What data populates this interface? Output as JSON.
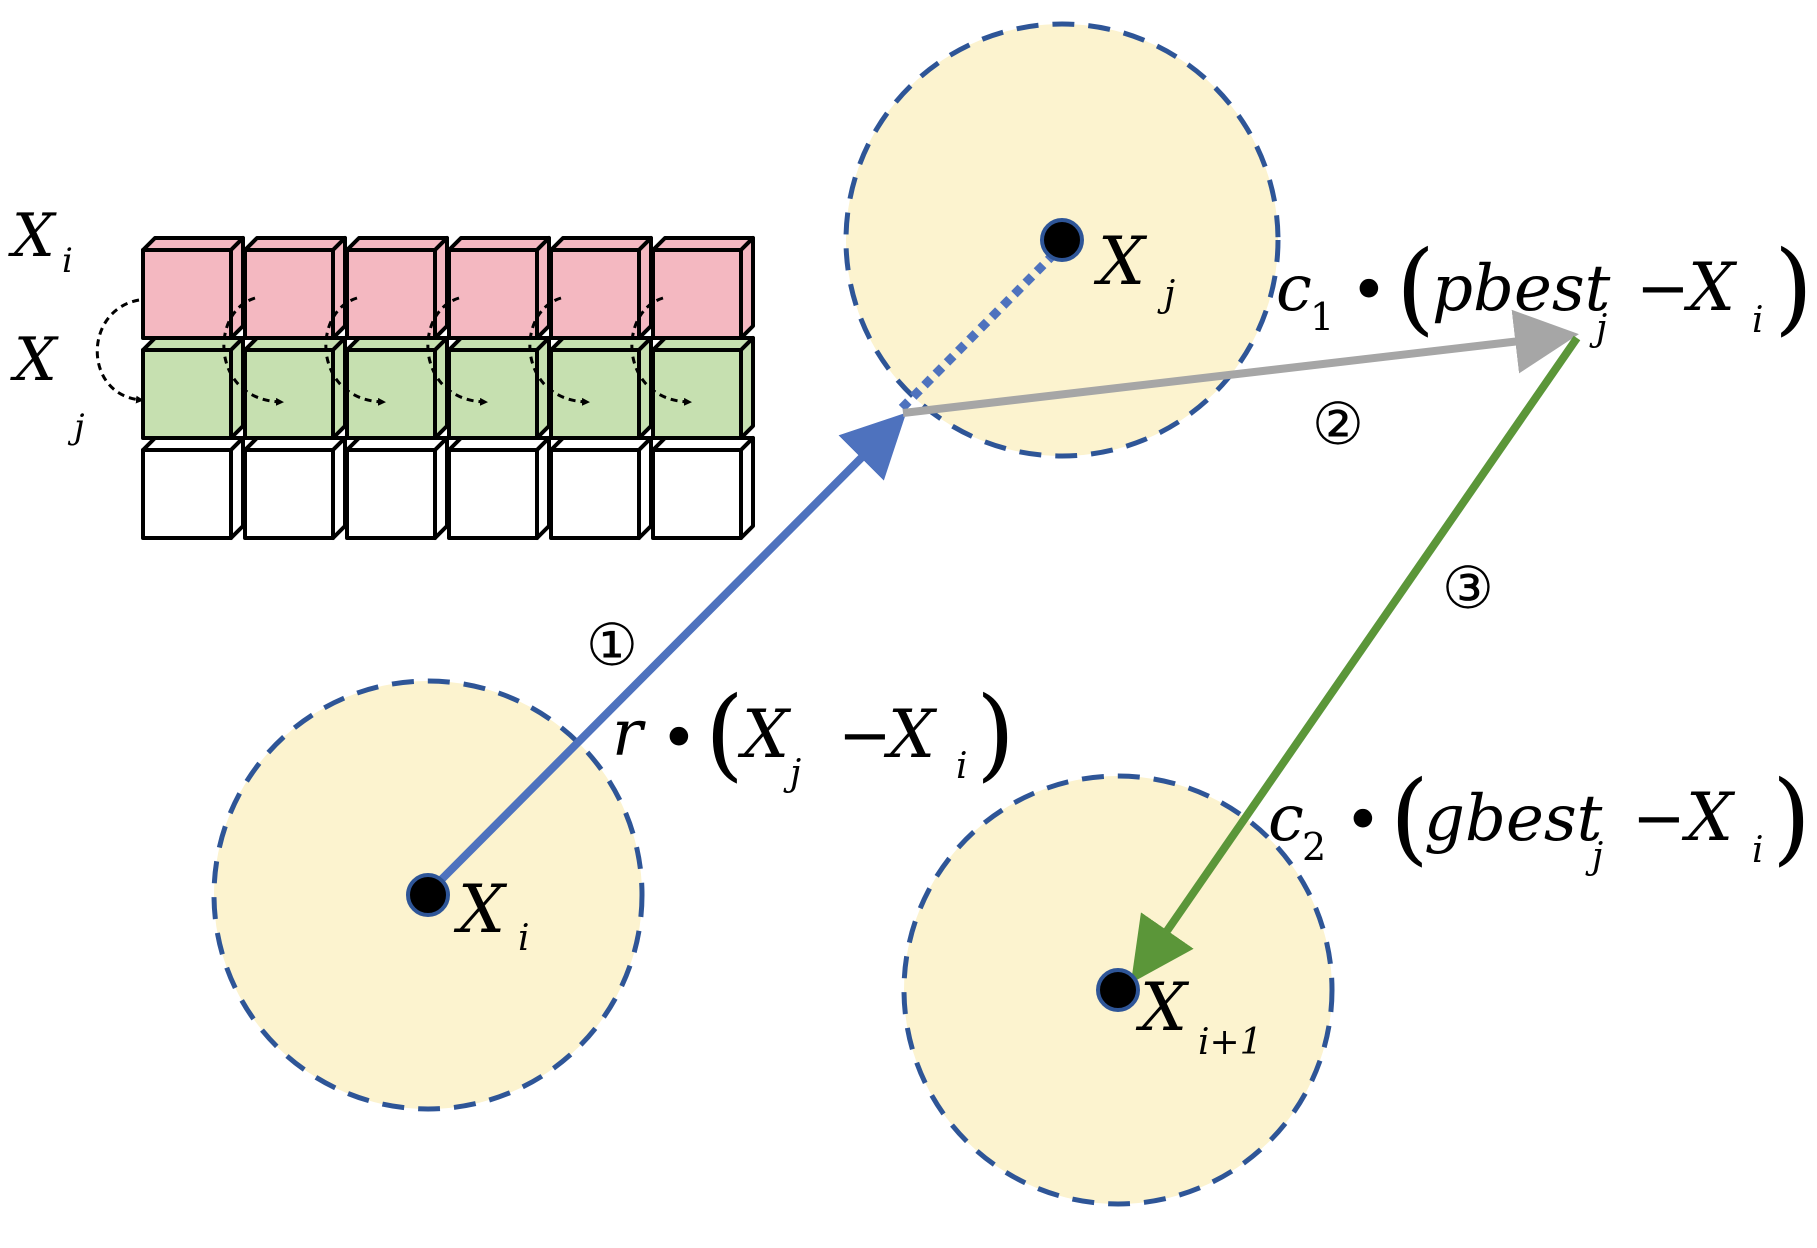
{
  "colors": {
    "circle_fill": "#FCF3CF",
    "circle_stroke": "#2E5597",
    "vector_1": "#4E72BE",
    "vector_2": "#A6A6A6",
    "vector_3": "#5B9639",
    "row_top_fill": "#F4B8C1",
    "row_mid_fill": "#C6E0B0",
    "row_bottom_fill": "#FFFFFF"
  },
  "grid": {
    "columns": 6,
    "rows": [
      "pink",
      "green",
      "white"
    ],
    "label_top": {
      "base": "X",
      "sub": "i"
    },
    "label_mid": {
      "base": "X",
      "sub": "j"
    }
  },
  "particles": {
    "xi": {
      "base": "X",
      "sub": "i"
    },
    "xj": {
      "base": "X",
      "sub": "j"
    },
    "xnext": {
      "base": "X",
      "sub": "i+1"
    }
  },
  "steps": {
    "step1": "①",
    "step2": "②",
    "step3": "③"
  },
  "formulas": {
    "f1": {
      "coef": "r",
      "dot": "•",
      "lparen": "(",
      "a": "X",
      "a_sub": "j",
      "minus": "−",
      "b": "X",
      "b_sub": "i",
      "rparen": ")"
    },
    "f2": {
      "coef": "c",
      "coef_sub": "1",
      "dot": "•",
      "lparen": "(",
      "a": "pbest",
      "a_sub": "j",
      "minus": "−",
      "b": "X",
      "b_sub": "i",
      "rparen": ")"
    },
    "f3": {
      "coef": "c",
      "coef_sub": "2",
      "dot": "•",
      "lparen": "(",
      "a": "gbest",
      "a_sub": "j",
      "minus": "−",
      "b": "X",
      "b_sub": "i",
      "rparen": ")"
    }
  }
}
